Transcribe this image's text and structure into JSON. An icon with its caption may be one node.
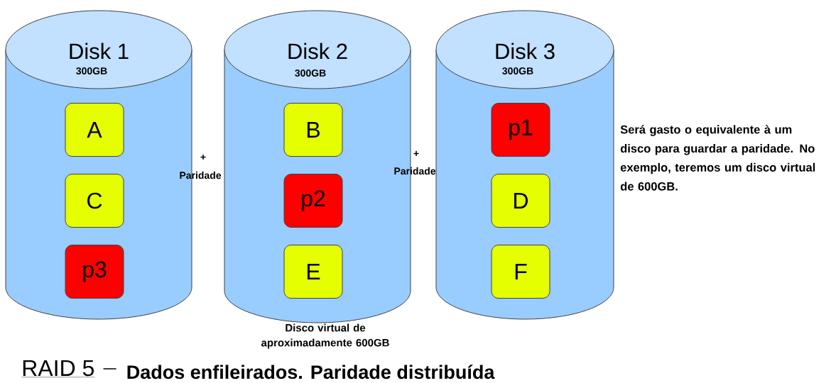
{
  "diagram": {
    "title": "RAID 5",
    "caption": "Dados enfileirados. Paridade distribuída",
    "nodes": [
      {
        "text": [
          "Disk 1",
          "300GB"
        ]
      },
      {
        "text": [
          "A"
        ],
        "in": 0
      },
      {
        "text": [
          "C"
        ],
        "in": 0
      },
      {
        "text": [
          "p3"
        ],
        "in": 0
      },
      {
        "text": [
          "Disk 2",
          "300GB"
        ]
      },
      {
        "text": [
          "B"
        ],
        "in": 4
      },
      {
        "text": [
          "p2"
        ],
        "in": 4
      },
      {
        "text": [
          "E"
        ],
        "in": 4
      },
      {
        "text": [
          "Disk 3",
          "300GB"
        ]
      },
      {
        "text": [
          "p1"
        ],
        "in": 8
      },
      {
        "text": [
          "D"
        ],
        "in": 8
      },
      {
        "text": [
          "F"
        ],
        "in": 8
      }
    ],
    "labels": [
      "+",
      "Paridade",
      "+",
      "Paridade",
      "Será gasto o equivalente à um disco para guardar a paridade. No exemplo, teremos um disco virtual de 600GB.",
      "Disco virtual de aproximadamente 600GB"
    ]
  }
}
